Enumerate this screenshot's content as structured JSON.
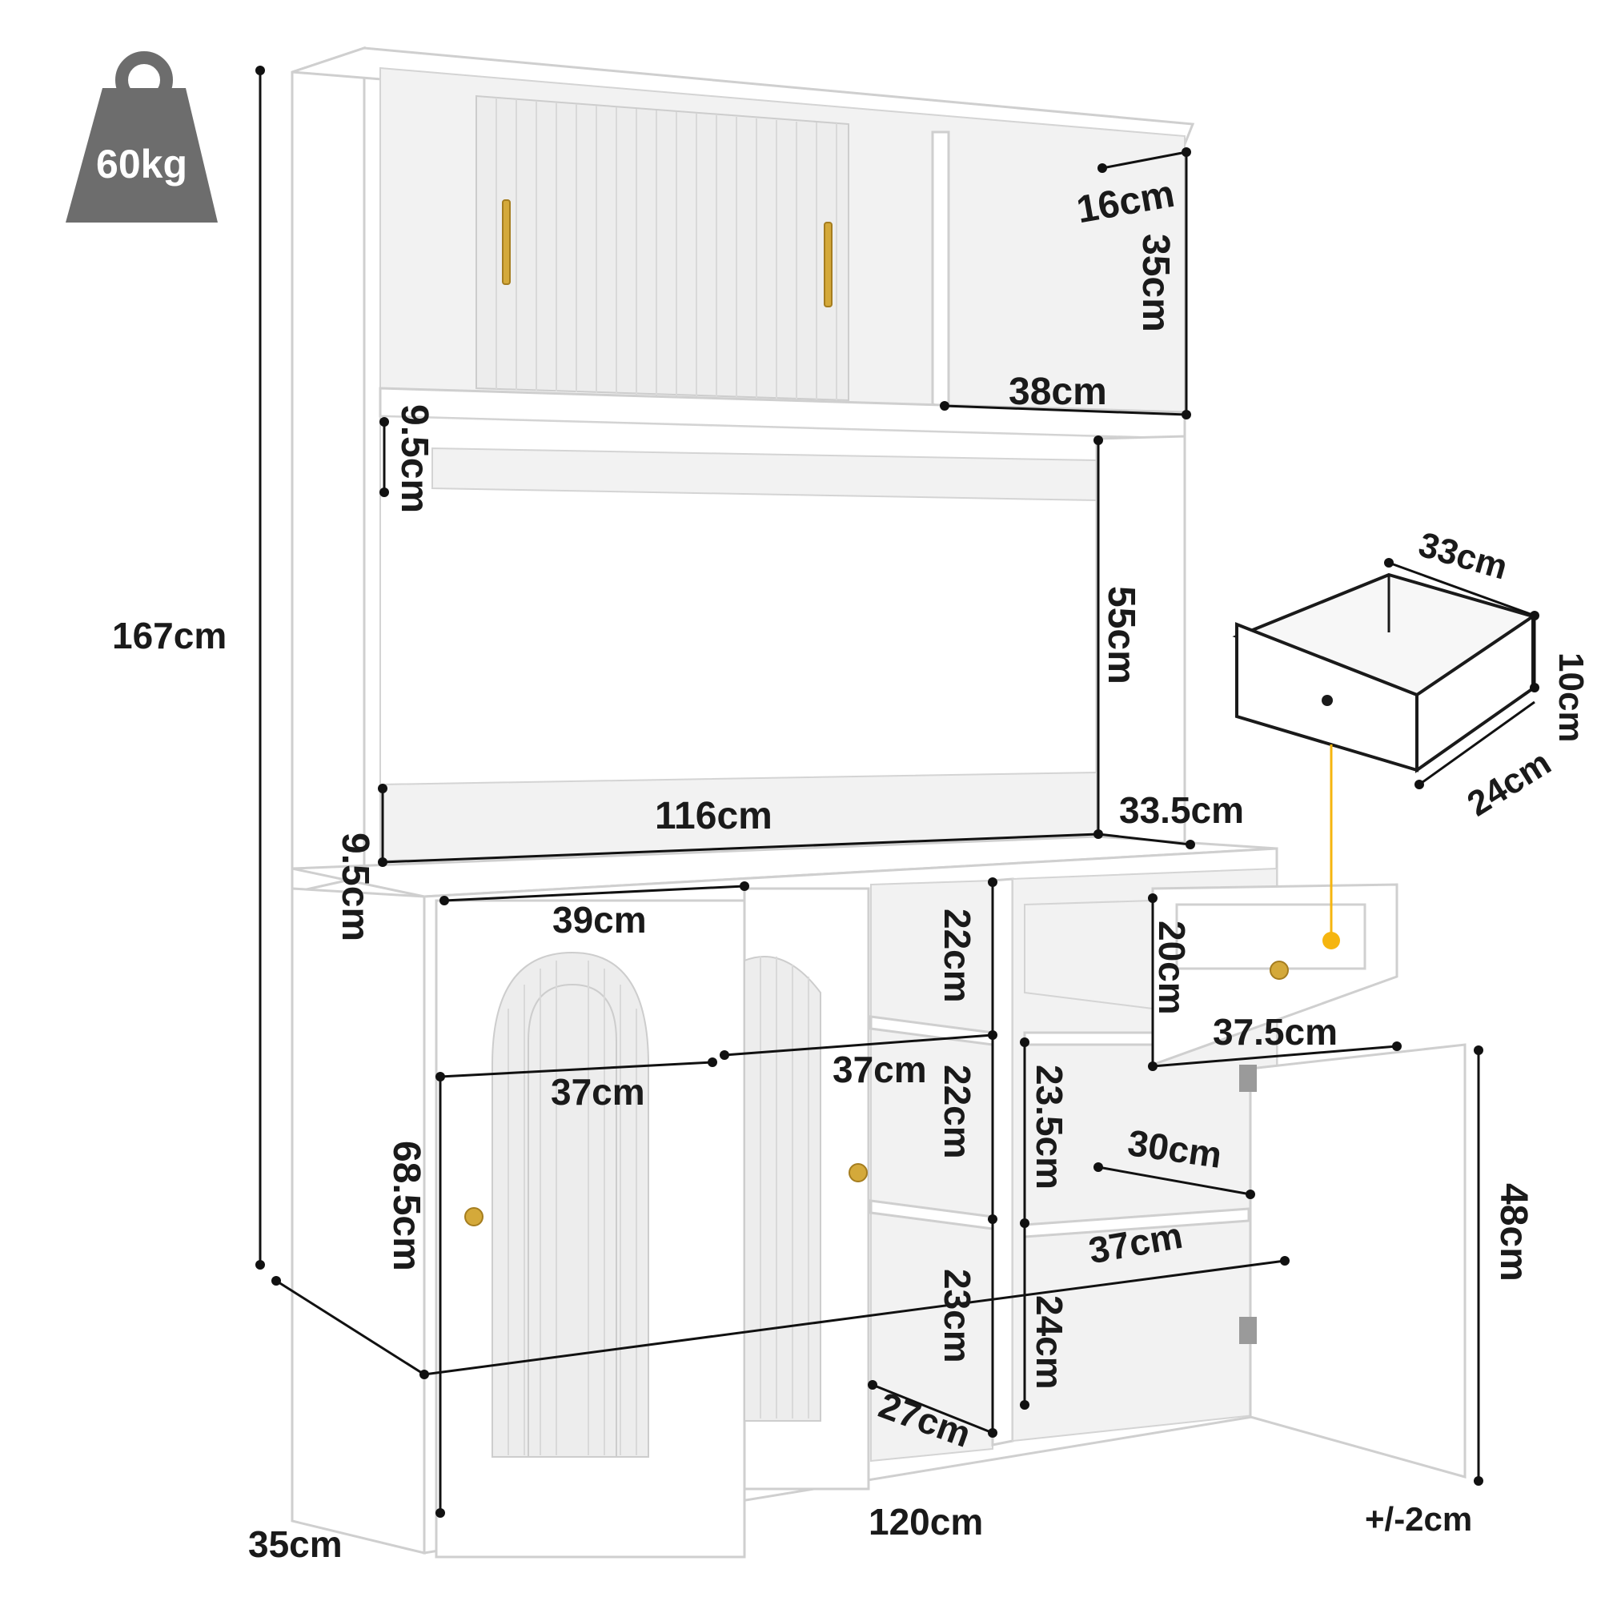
{
  "weight_badge": {
    "text": "60kg",
    "color": "#6d6d6d"
  },
  "accent_color": "#f5b50f",
  "labels": {
    "total_height": "167cm",
    "total_width": "120cm",
    "total_depth": "35cm",
    "tolerance": "+/-2cm",
    "top_shelf_depth": "16cm",
    "top_shelf_height": "35cm",
    "top_shelf_width": "38cm",
    "top_gap_left": "9.5cm",
    "hutch_open_height": "55cm",
    "bottom_gap_left": "9.5cm",
    "hutch_width": "116cm",
    "counter_depth": "33.5cm",
    "drawer_width": "33cm",
    "drawer_height": "10cm",
    "drawer_depth": "24cm",
    "sliding_door_width": "39cm",
    "shelf_top_height": "22cm",
    "shelf_mid_height": "22cm",
    "shelf_bottom_height": "23cm",
    "shelf_depth": "27cm",
    "shelf_width_left": "37cm",
    "shelf_width_mid": "37cm",
    "door_height": "68.5cm",
    "drawer_compartment_height": "20cm",
    "drawer_compartment_width": "37.5cm",
    "cabinet_upper_height": "23.5cm",
    "cabinet_inner_depth": "30cm",
    "cabinet_shelf_width": "37cm",
    "cabinet_lower_height": "24cm",
    "right_door_height": "48cm"
  }
}
